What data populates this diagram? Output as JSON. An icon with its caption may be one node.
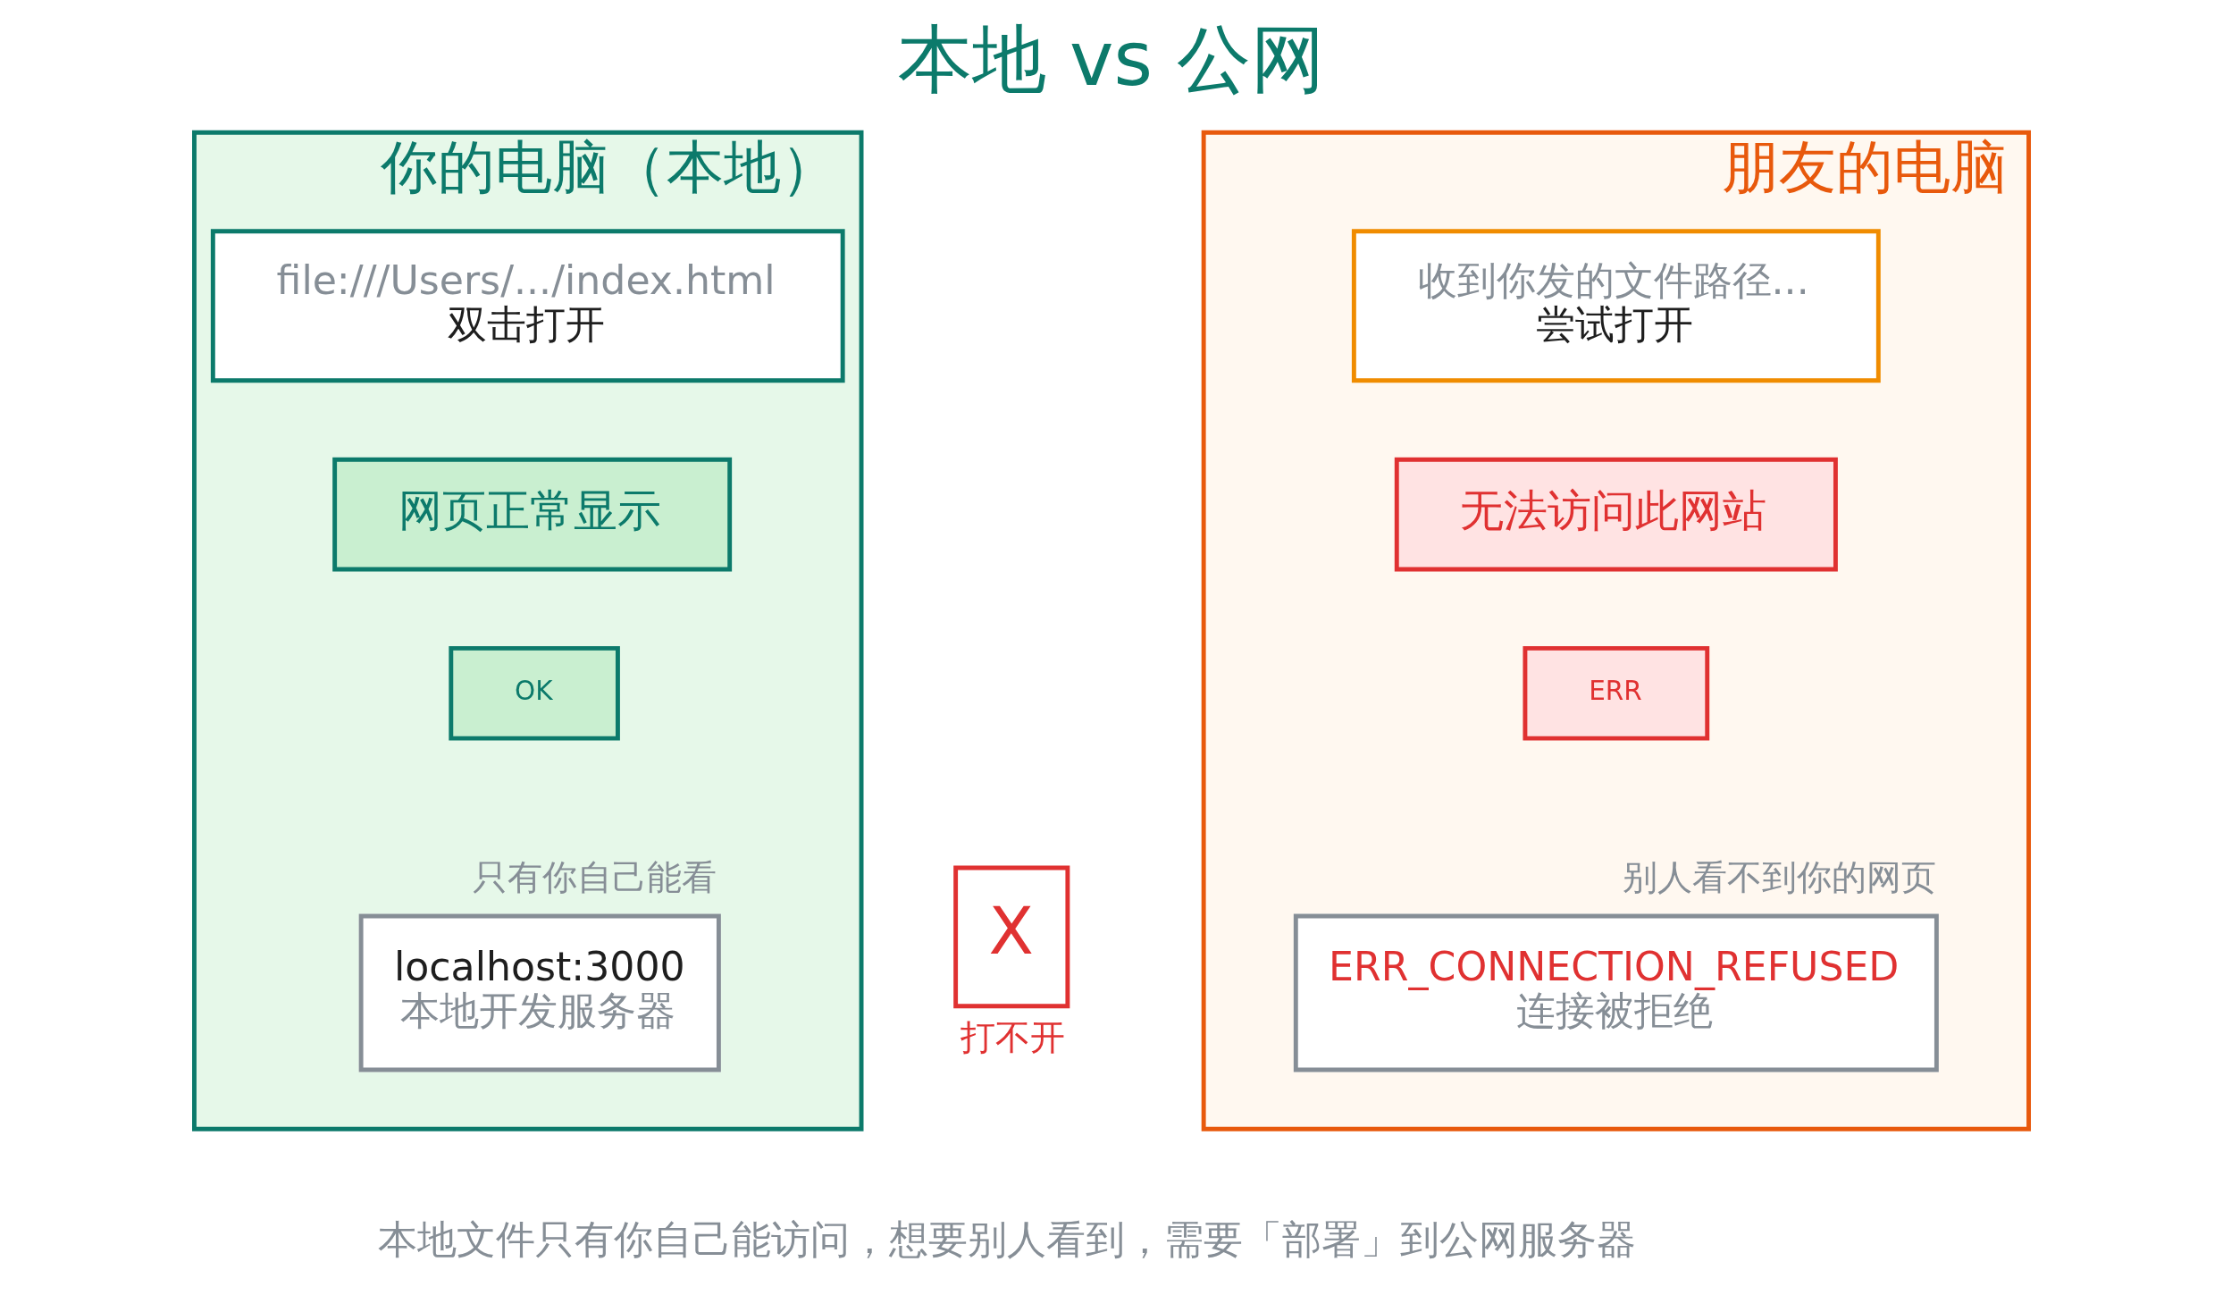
{
  "diagram": {
    "title": "本地 vs 公网",
    "caption": "本地文件只有你自己能访问，想要别人看到，需要「部署」到公网服务器",
    "nodes": [
      {
        "text": [
          "你的电脑（本地）"
        ]
      },
      {
        "text": [
          "file:///Users/.../index.html",
          "双击打开"
        ],
        "in": 0
      },
      {
        "text": [
          "网页正常显示"
        ],
        "in": 0
      },
      {
        "text": [
          "OK"
        ],
        "in": 0
      },
      {
        "text": [
          "localhost:3000",
          "本地开发服务器"
        ],
        "in": 0,
        "beside": [
          "只有你自己能看"
        ]
      },
      {
        "text": [
          "X"
        ],
        "beside": [
          "打不开"
        ]
      },
      {
        "text": [
          "朋友的电脑"
        ]
      },
      {
        "text": [
          "收到你发的文件路径...",
          "尝试打开"
        ],
        "in": 6
      },
      {
        "text": [
          "无法访问此网站"
        ],
        "in": 6
      },
      {
        "text": [
          "ERR"
        ],
        "in": 6
      },
      {
        "text": [
          "ERR_CONNECTION_REFUSED",
          "连接被拒绝"
        ],
        "in": 6,
        "beside": [
          "别人看不到你的网页"
        ]
      }
    ]
  }
}
